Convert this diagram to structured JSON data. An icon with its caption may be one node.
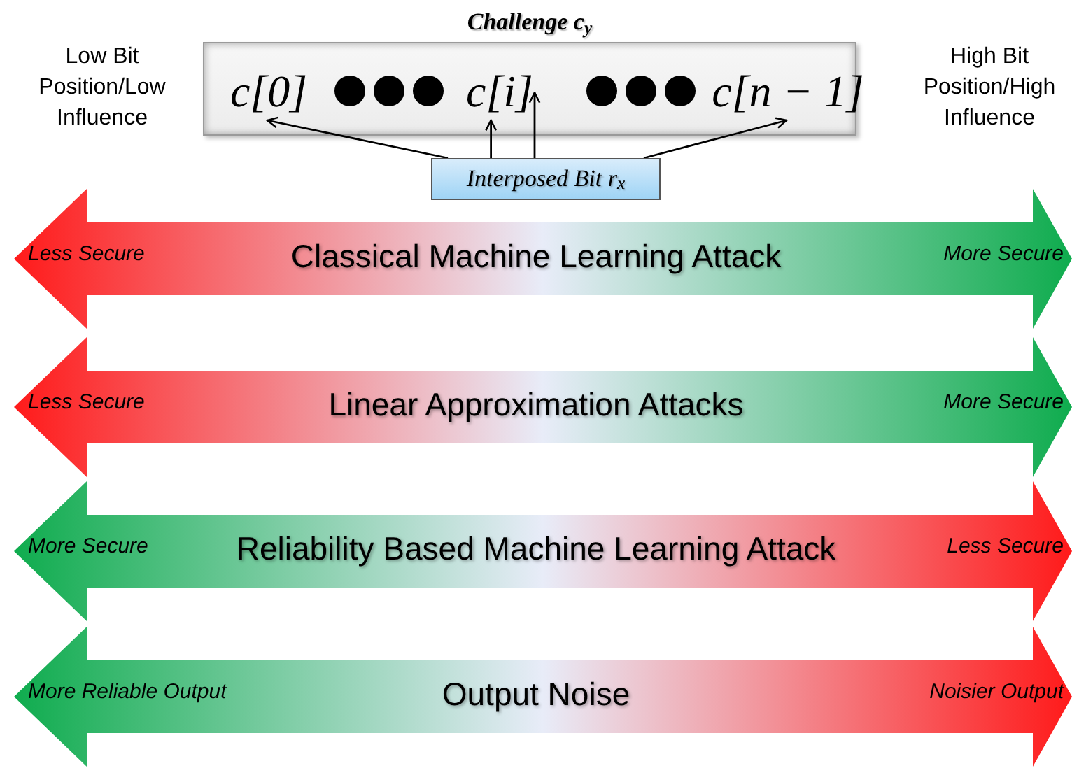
{
  "diagram": {
    "nodes": [
      {
        "text": [
          "Challenge c$_{y}$"
        ]
      },
      {
        "text": [
          "c[0]"
        ],
        "in": 0
      },
      {
        "text": [
          "c[i]"
        ],
        "in": 0
      },
      {
        "text": [
          "c[n − 1]"
        ],
        "in": 0
      },
      {
        "text": [
          "Interposed Bit r$_{x}$"
        ]
      },
      {
        "text": [
          "Less Secure",
          "Classical Machine Learning Attack",
          "More Secure"
        ]
      },
      {
        "text": [
          "Less Secure",
          "Linear Approximation Attacks",
          "More Secure"
        ]
      },
      {
        "text": [
          "More Secure",
          "Reliability Based Machine Learning Attack",
          "Less Secure"
        ]
      },
      {
        "text": [
          "More Reliable Output",
          "Output Noise",
          "Noisier Output"
        ]
      }
    ],
    "edges": [
      {
        "from": 4,
        "to": 1,
        "arrow": "to"
      },
      {
        "from": 4,
        "to": 2,
        "arrow": "to"
      },
      {
        "from": 4,
        "to": 2,
        "arrow": "to"
      },
      {
        "from": 4,
        "to": 3,
        "arrow": "to"
      }
    ],
    "labels": [
      "Low Bit Position/Low Influence",
      "High Bit Position/High Influence"
    ]
  }
}
